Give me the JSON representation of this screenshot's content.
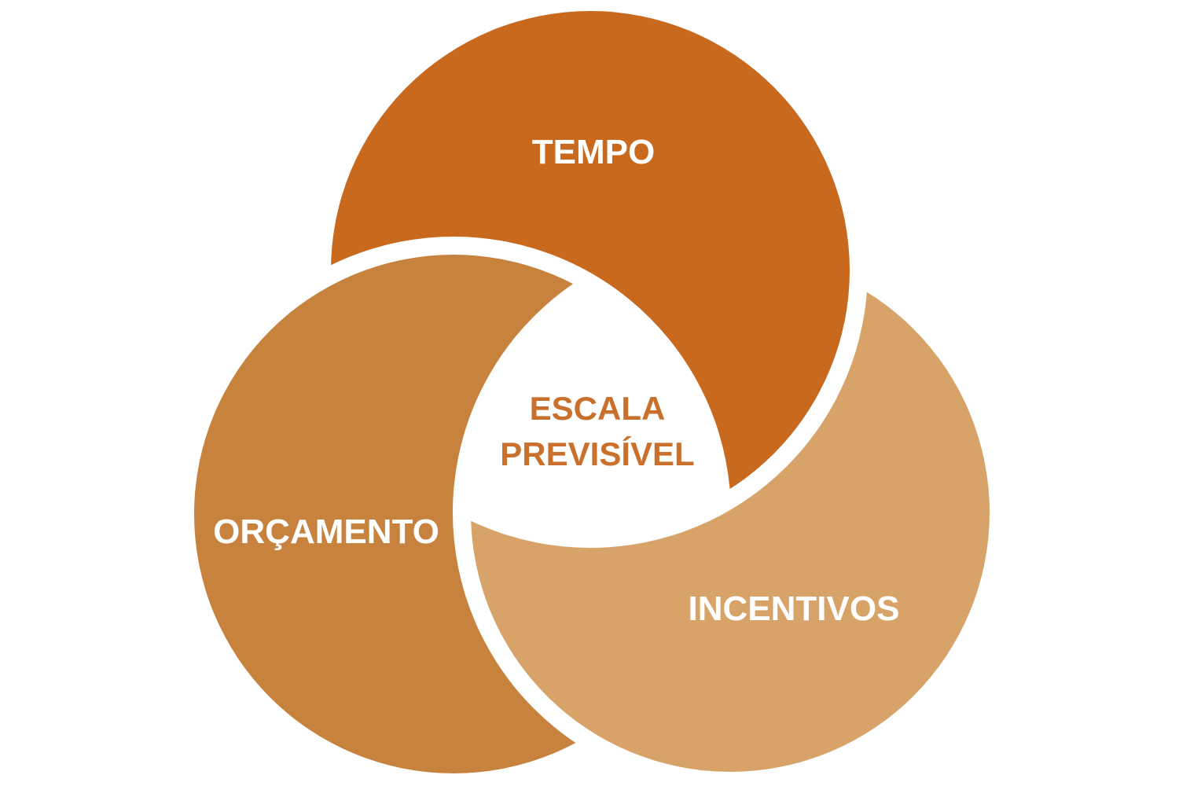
{
  "diagram": {
    "type": "overlapping-circles-cycle",
    "background_color": "#FFFFFF",
    "circles": [
      {
        "id": "tempo",
        "label": "TEMPO",
        "color": "#C8691E",
        "position": "top",
        "label_color": "#FFFFFF"
      },
      {
        "id": "orcamento",
        "label": "ORÇAMENTO",
        "color": "#C7823E",
        "position": "bottom-left",
        "label_color": "#FFFFFF"
      },
      {
        "id": "incentivos",
        "label": "INCENTIVOS",
        "color": "#D7A368",
        "position": "bottom-right",
        "label_color": "#FFFFFF"
      }
    ],
    "center": {
      "line1": "ESCALA",
      "line2": "PREVISÍVEL",
      "text_color": "#C9702C"
    }
  }
}
